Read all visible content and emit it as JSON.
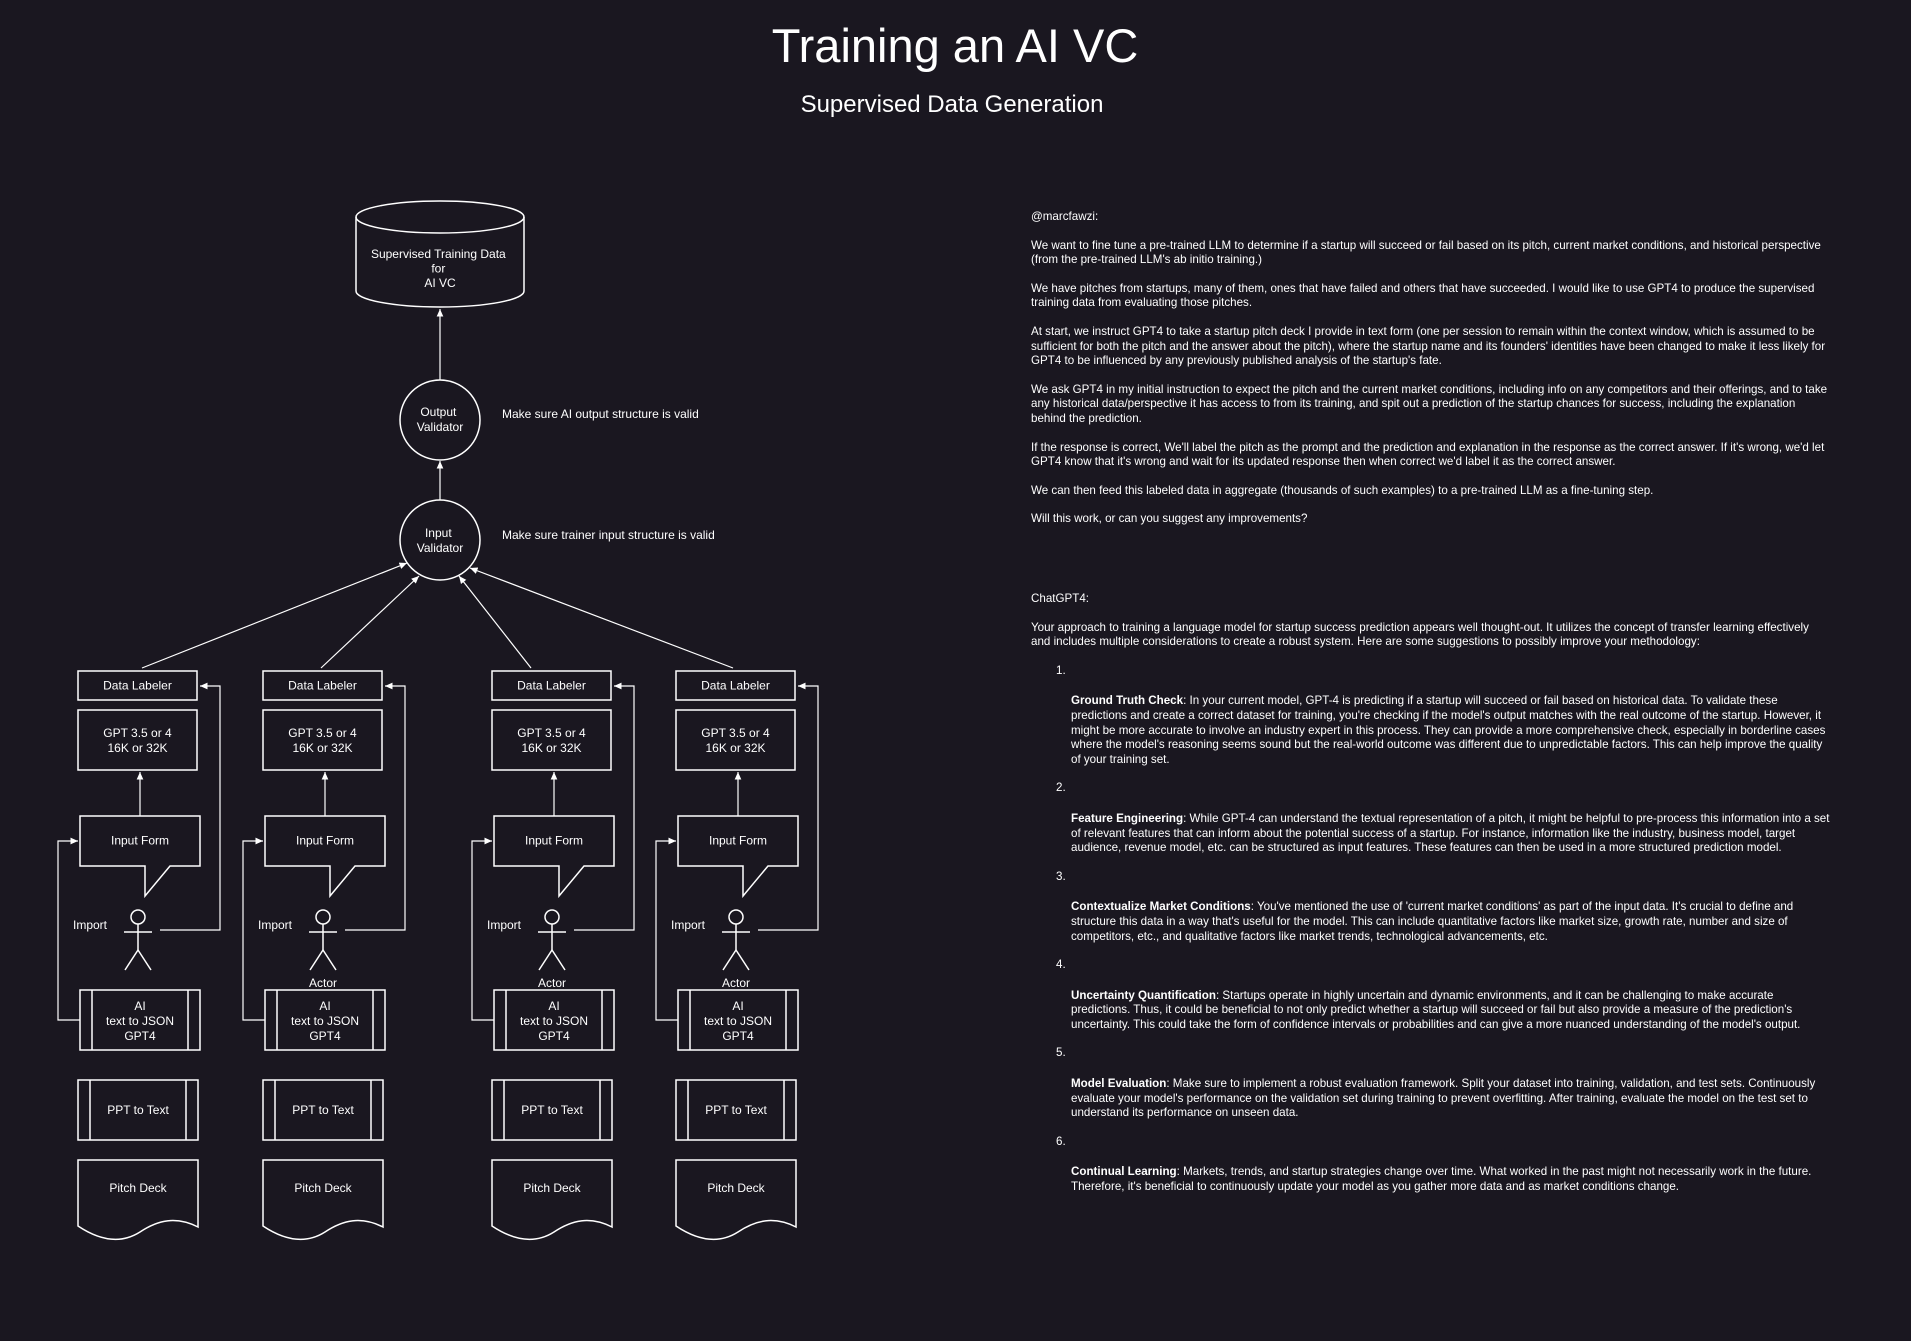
{
  "title": "Training an AI VC",
  "subtitle": "Supervised Data Generation",
  "colors": {
    "background": "#1a1720",
    "foreground": "#ffffff"
  },
  "diagram": {
    "database_lines": [
      "Supervised Training Data",
      "for",
      "AI VC"
    ],
    "output_validator": {
      "lines": [
        "Output",
        "Validator"
      ],
      "note": "Make sure AI output structure is valid"
    },
    "input_validator": {
      "lines": [
        "Input",
        "Validator"
      ],
      "note": "Make sure trainer input structure is valid"
    },
    "pipelines": [
      {
        "data_labeler": "Data Labeler",
        "llm_lines": [
          "GPT 3.5 or 4",
          "16K or 32K"
        ],
        "input_form": "Input Form",
        "import_label": "Import",
        "actor_label": "",
        "ai_lines": [
          "AI",
          "text to JSON",
          "GPT4"
        ],
        "ppt_to_text": "PPT to Text",
        "pitch_deck": "Pitch Deck"
      },
      {
        "data_labeler": "Data Labeler",
        "llm_lines": [
          "GPT 3.5 or 4",
          "16K or 32K"
        ],
        "input_form": "Input Form",
        "import_label": "Import",
        "actor_label": "Actor",
        "ai_lines": [
          "AI",
          "text to JSON",
          "GPT4"
        ],
        "ppt_to_text": "PPT to Text",
        "pitch_deck": "Pitch Deck"
      },
      {
        "data_labeler": "Data Labeler",
        "llm_lines": [
          "GPT 3.5 or 4",
          "16K or 32K"
        ],
        "input_form": "Input Form",
        "import_label": "Import",
        "actor_label": "Actor",
        "ai_lines": [
          "AI",
          "text to JSON",
          "GPT4"
        ],
        "ppt_to_text": "PPT to Text",
        "pitch_deck": "Pitch Deck"
      },
      {
        "data_labeler": "Data Labeler",
        "llm_lines": [
          "GPT 3.5 or 4",
          "16K or 32K"
        ],
        "input_form": "Input Form",
        "import_label": "Import",
        "actor_label": "Actor",
        "ai_lines": [
          "AI",
          "text to JSON",
          "GPT4"
        ],
        "ppt_to_text": "PPT to Text",
        "pitch_deck": "Pitch Deck"
      }
    ]
  },
  "conversation": {
    "user_handle": "@marcfawzi:",
    "user_paragraphs": [
      "We want to fine tune a pre-trained LLM to determine if a startup will succeed or fail based on its pitch, current market conditions, and historical perspective (from the pre-trained LLM's ab initio training.)",
      "We have pitches from startups, many of them, ones that have failed and others that have succeeded. I would like to use GPT4 to produce the supervised training data from evaluating those pitches.",
      "At start, we instruct GPT4 to take a startup pitch deck I provide in text form (one per session to remain within the context window, which is assumed to be sufficient for both the pitch and the answer about the pitch), where the startup name and its founders' identities have been changed to make it less likely for GPT4 to be influenced by any previously published analysis of the startup's fate.",
      "We ask GPT4 in my initial instruction to expect the pitch and the current market conditions, including info on any competitors and their offerings, and to take any historical data/perspective it has access to from its training, and spit out a prediction of the startup chances for success, including the explanation behind the prediction.",
      "If the response is correct, We'll label the pitch as the prompt and the prediction and explanation in the response as the correct answer. If it's wrong, we'd let GPT4 know that it's wrong and wait for its updated response then when correct we'd label it as the correct answer.",
      "We can then feed this labeled data in aggregate (thousands of such examples) to a pre-trained LLM as a fine-tuning step.",
      "Will this work, or can you suggest any improvements?"
    ],
    "assistant_handle": "ChatGPT4:",
    "assistant_intro": "Your approach to training a language model for startup success prediction appears well thought-out. It utilizes the concept of transfer learning effectively and includes multiple considerations to create a robust system. Here are some suggestions to possibly improve your methodology:",
    "suggestions": [
      {
        "number": "1.",
        "title": "Ground Truth Check",
        "text": ": In your current model, GPT-4 is predicting if a startup will succeed or fail based on historical data. To validate these predictions and create a correct dataset for training, you're checking if the model's output matches with the real outcome of the startup. However, it might be more accurate to involve an industry expert in this process. They can provide a more comprehensive check, especially in borderline cases where the model's reasoning seems sound but the real-world outcome was different due to unpredictable factors. This can help improve the quality of your training set."
      },
      {
        "number": "2.",
        "title": "Feature Engineering",
        "text": ": While GPT-4 can understand the textual representation of a pitch, it might be helpful to pre-process this information into a set of relevant features that can inform about the potential success of a startup. For instance, information like the industry, business model, target audience, revenue model, etc. can be structured as input features. These features can then be used in a more structured prediction model."
      },
      {
        "number": "3.",
        "title": "Contextualize Market Conditions",
        "text": ": You've mentioned the use of 'current market conditions' as part of the input data. It's crucial to define and structure this data in a way that's useful for the model. This can include quantitative factors like market size, growth rate, number and size of competitors, etc., and qualitative factors like market trends, technological advancements, etc."
      },
      {
        "number": "4.",
        "title": "Uncertainty Quantification",
        "text": ": Startups operate in highly uncertain and dynamic environments, and it can be challenging to make accurate predictions. Thus, it could be beneficial to not only predict whether a startup will succeed or fail but also provide a measure of the prediction's uncertainty. This could take the form of confidence intervals or probabilities and can give a more nuanced understanding of the model's output."
      },
      {
        "number": "5.",
        "title": "Model Evaluation",
        "text": ": Make sure to implement a robust evaluation framework. Split your dataset into training, validation, and test sets. Continuously evaluate your model's performance on the validation set during training to prevent overfitting. After training, evaluate the model on the test set to understand its performance on unseen data."
      },
      {
        "number": "6.",
        "title": "Continual Learning",
        "text": ": Markets, trends, and startup strategies change over time. What worked in the past might not necessarily work in the future. Therefore, it's beneficial to continuously update your model as you gather more data and as market conditions change."
      }
    ]
  }
}
